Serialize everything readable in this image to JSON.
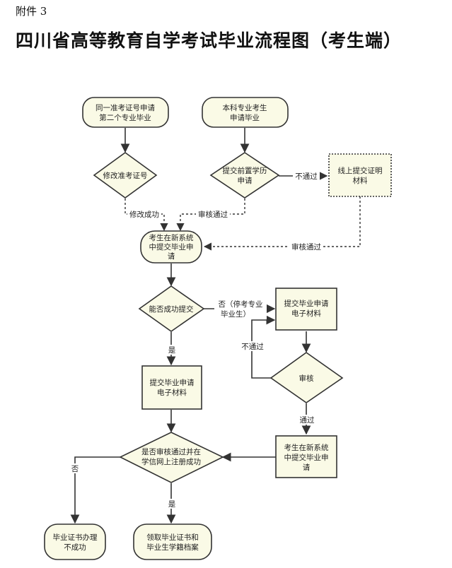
{
  "header": {
    "attachment": "附件 3",
    "title": "四川省高等教育自学考试毕业流程图（考生端）"
  },
  "nodes": {
    "same_id_line1": "同一准考证号申请",
    "same_id_line2": "第二个专业毕业",
    "undergrad_line1": "本科专业考生",
    "undergrad_line2": "申请毕业",
    "modify_id": "修改准考证号",
    "prior_edu_line1": "提交前置学历",
    "prior_edu_line2": "申请",
    "offline_line1": "线上提交证明",
    "offline_line2": "材料",
    "new_sys_line1": "考生在新系统",
    "new_sys_line2": "中提交毕业申",
    "new_sys_line3": "请",
    "can_submit": "能否成功提交",
    "e_materials_right_line1": "提交毕业申请",
    "e_materials_right_line2": "电子材料",
    "review": "审核",
    "e_materials_left_line1": "提交毕业申请",
    "e_materials_left_line2": "电子材料",
    "check_line1": "是否审核通过并在",
    "check_line2": "学信网上注册成功",
    "new_sys2_line1": "考生在新系统",
    "new_sys2_line2": "中提交毕业申",
    "new_sys2_line3": "请",
    "fail_line1": "毕业证书办理",
    "fail_line2": "不成功",
    "success_line1": "领取毕业证书和",
    "success_line2": "毕业生学籍档案"
  },
  "edge_labels": {
    "not_passed_1": "不通过",
    "modify_success": "修改成功",
    "review_passed_1": "审核通过",
    "review_passed_2": "审核通过",
    "no_suspended_line1": "否（停考专业",
    "no_suspended_line2": "毕业生）",
    "yes_1": "是",
    "not_passed_2": "不通过",
    "passed": "通过",
    "no": "否",
    "yes_2": "是"
  }
}
